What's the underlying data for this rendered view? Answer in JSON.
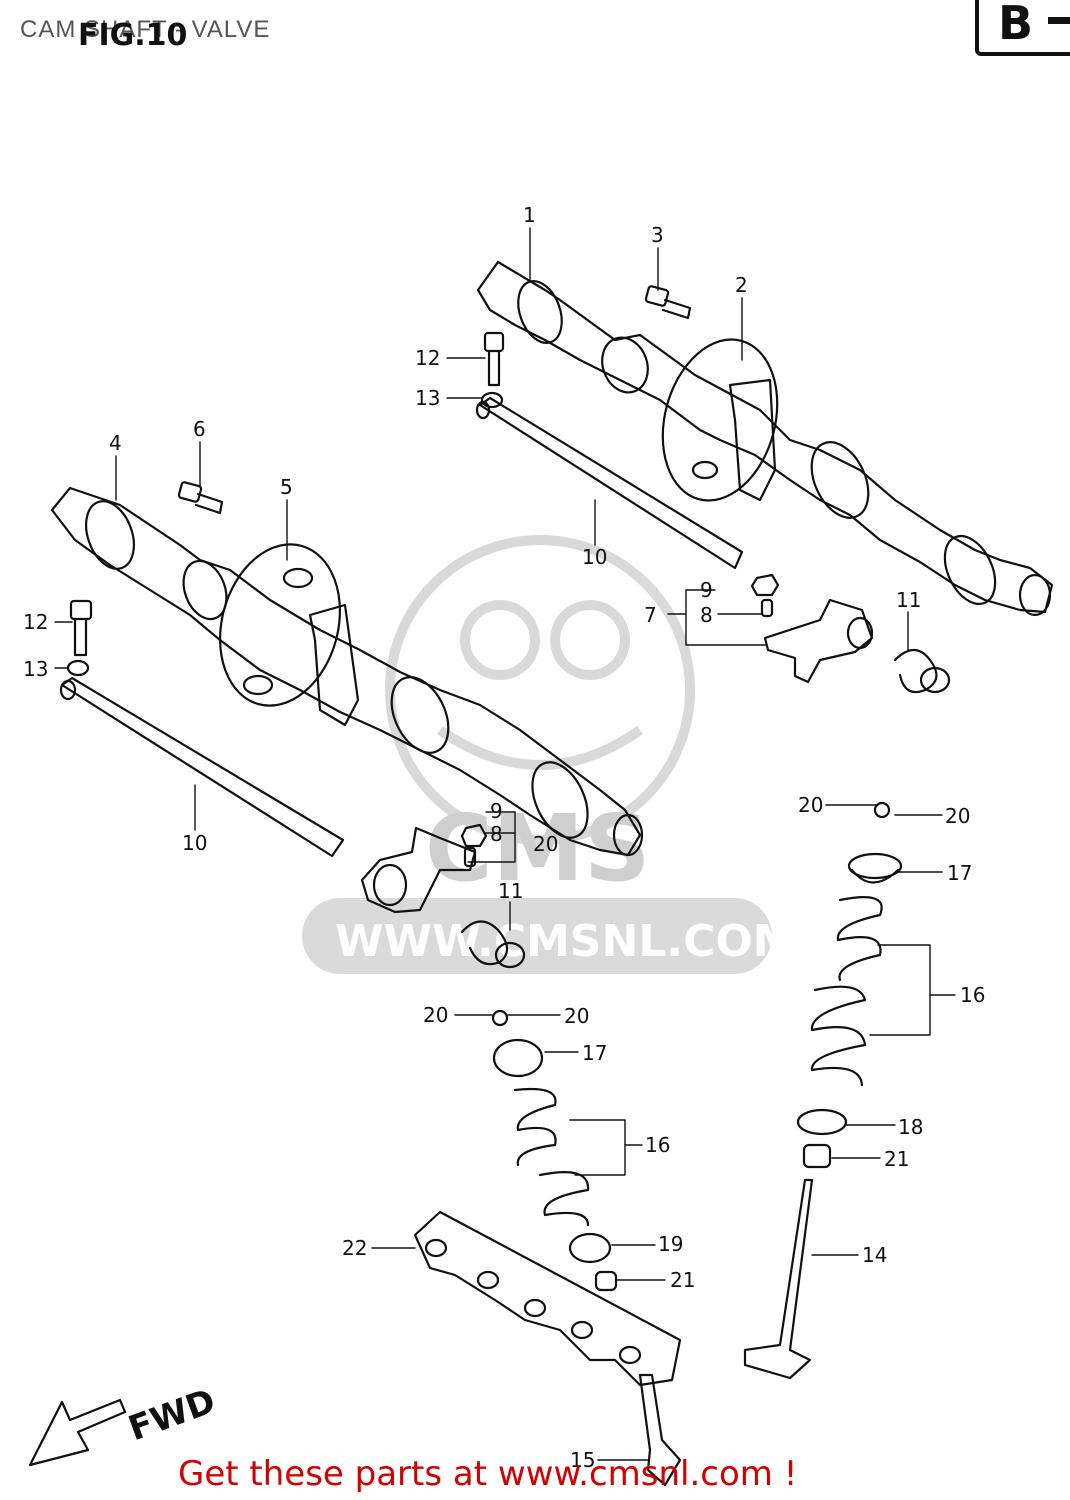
{
  "header": {
    "title": "CAM SHAFT - VALVE",
    "figure": "FIG.10",
    "section": "B"
  },
  "watermark": {
    "text": "WWW.CMSNL.COM",
    "logo_text": "CMS"
  },
  "direction_label": "FWD",
  "callouts": [
    {
      "id": "c1",
      "label": "1"
    },
    {
      "id": "c2",
      "label": "2"
    },
    {
      "id": "c3",
      "label": "3"
    },
    {
      "id": "c4",
      "label": "4"
    },
    {
      "id": "c5",
      "label": "5"
    },
    {
      "id": "c6",
      "label": "6"
    },
    {
      "id": "c7",
      "label": "7"
    },
    {
      "id": "c8a",
      "label": "8"
    },
    {
      "id": "c8b",
      "label": "8"
    },
    {
      "id": "c9a",
      "label": "9"
    },
    {
      "id": "c9b",
      "label": "9"
    },
    {
      "id": "c10a",
      "label": "10"
    },
    {
      "id": "c10b",
      "label": "10"
    },
    {
      "id": "c11a",
      "label": "11"
    },
    {
      "id": "c11b",
      "label": "11"
    },
    {
      "id": "c12a",
      "label": "12"
    },
    {
      "id": "c12b",
      "label": "12"
    },
    {
      "id": "c13a",
      "label": "13"
    },
    {
      "id": "c13b",
      "label": "13"
    },
    {
      "id": "c14",
      "label": "14"
    },
    {
      "id": "c15",
      "label": "15"
    },
    {
      "id": "c16a",
      "label": "16"
    },
    {
      "id": "c16b",
      "label": "16"
    },
    {
      "id": "c17a",
      "label": "17"
    },
    {
      "id": "c17b",
      "label": "17"
    },
    {
      "id": "c18",
      "label": "18"
    },
    {
      "id": "c19",
      "label": "19"
    },
    {
      "id": "c20a",
      "label": "20"
    },
    {
      "id": "c20b",
      "label": "20"
    },
    {
      "id": "c20c",
      "label": "20"
    },
    {
      "id": "c20d",
      "label": "20"
    },
    {
      "id": "c20e",
      "label": "20"
    },
    {
      "id": "c21a",
      "label": "21"
    },
    {
      "id": "c21b",
      "label": "21"
    },
    {
      "id": "c22",
      "label": "22"
    }
  ],
  "footer": {
    "link_text": "Get these parts at www.cmsnl.com !",
    "link_color": "#d40000"
  }
}
